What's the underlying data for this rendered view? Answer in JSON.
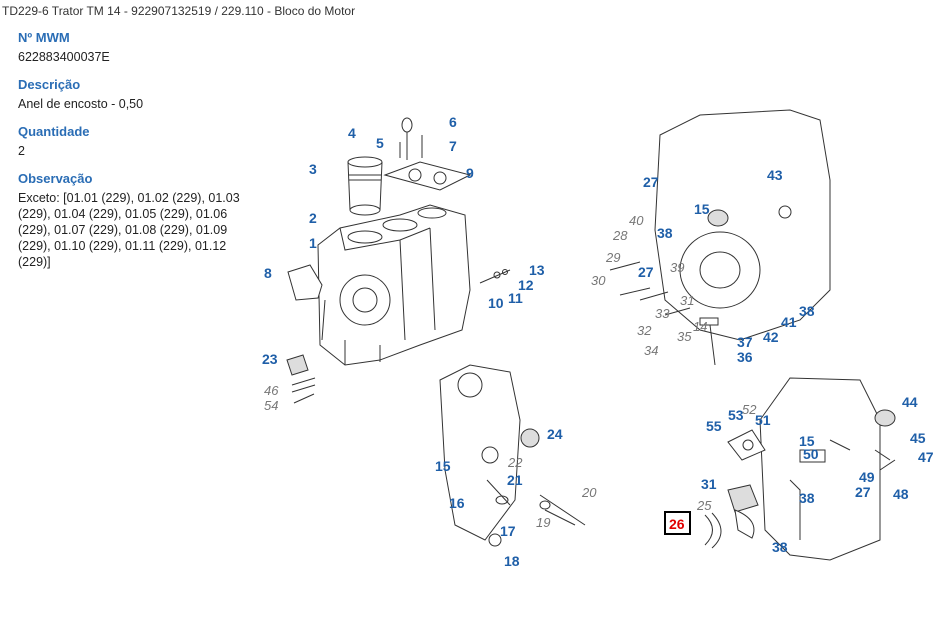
{
  "header": {
    "title": "TD229-6 Trator TM 14 - 922907132519  /  229.110 - Bloco do Motor"
  },
  "details": [
    {
      "label": "Nº MWM",
      "value": "622883400037E"
    },
    {
      "label": "Descrição",
      "value": "Anel de encosto - 0,50"
    },
    {
      "label": "Quantidade",
      "value": "2"
    },
    {
      "label": "Observação",
      "value": "Exceto: [01.01 (229), 01.02 (229), 01.03 (229), 01.04 (229), 01.05 (229), 01.06 (229), 01.07 (229), 01.08 (229), 01.09 (229), 01.10 (229), 01.11 (229), 01.12 (229)]"
    }
  ],
  "diagram": {
    "highlighted_part": "26",
    "colors": {
      "callout": "#1f5fa8",
      "secondary": "#777777",
      "highlight": "#e00000"
    },
    "callouts": {
      "c1": "1",
      "c2": "2",
      "c3": "3",
      "c4": "4",
      "c5": "5",
      "c6": "6",
      "c7": "7",
      "c8": "8",
      "c9": "9",
      "c10": "10",
      "c11": "11",
      "c12": "12",
      "c13": "13",
      "c23": "23",
      "c46": "46",
      "c54": "54",
      "c27a": "27",
      "c43": "43",
      "c15a": "15",
      "c40": "40",
      "c28": "28",
      "c38a": "38",
      "c29": "29",
      "c27b": "27",
      "c39": "39",
      "c30": "30",
      "c33": "33",
      "c31a": "31",
      "c32": "32",
      "c35": "35",
      "c14": "14",
      "c41": "41",
      "c38b": "38",
      "c42": "42",
      "c37": "37",
      "c34": "34",
      "c36": "36",
      "c24": "24",
      "c15b": "15",
      "c22": "22",
      "c21": "21",
      "c16": "16",
      "c19": "19",
      "c17": "17",
      "c18": "18",
      "c20": "20",
      "c55": "55",
      "c53": "53",
      "c52": "52",
      "c51": "51",
      "c44": "44",
      "c15c": "15",
      "c50": "50",
      "c45": "45",
      "c47": "47",
      "c31b": "31",
      "c49": "49",
      "c25": "25",
      "c38c": "38",
      "c27c": "27",
      "c48": "48",
      "c26": "26",
      "c38d": "38"
    }
  }
}
